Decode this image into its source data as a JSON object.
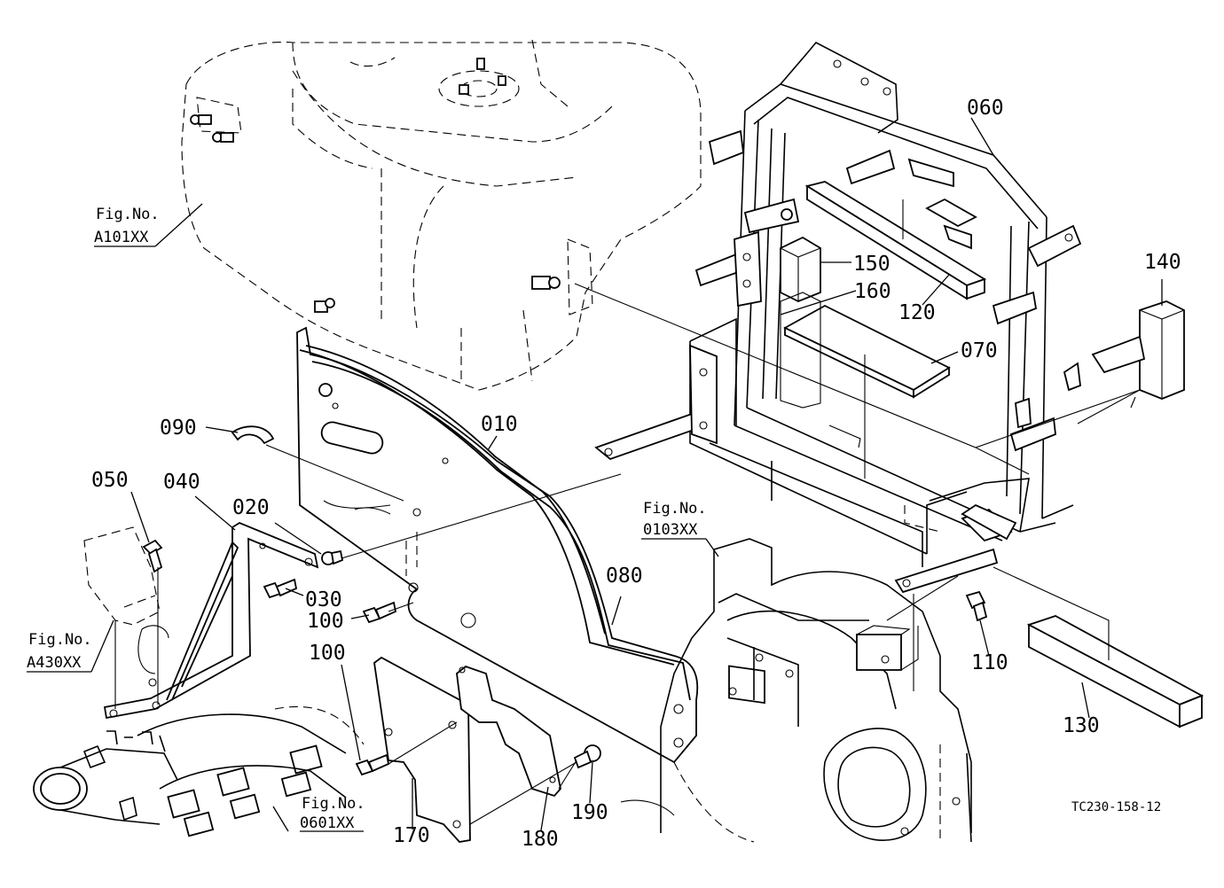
{
  "diagram": {
    "drawing_code": "TC230-158-12",
    "fig_refs": [
      {
        "fig": "Fig.No.",
        "code": "A101XX"
      },
      {
        "fig": "Fig.No.",
        "code": "0103XX"
      },
      {
        "fig": "Fig.No.",
        "code": "A430XX"
      },
      {
        "fig": "Fig.No.",
        "code": "0601XX"
      }
    ],
    "parts": [
      "010",
      "020",
      "030",
      "040",
      "050",
      "060",
      "070",
      "080",
      "090",
      "100",
      "100",
      "110",
      "120",
      "130",
      "140",
      "150",
      "160",
      "170",
      "180",
      "190"
    ]
  }
}
